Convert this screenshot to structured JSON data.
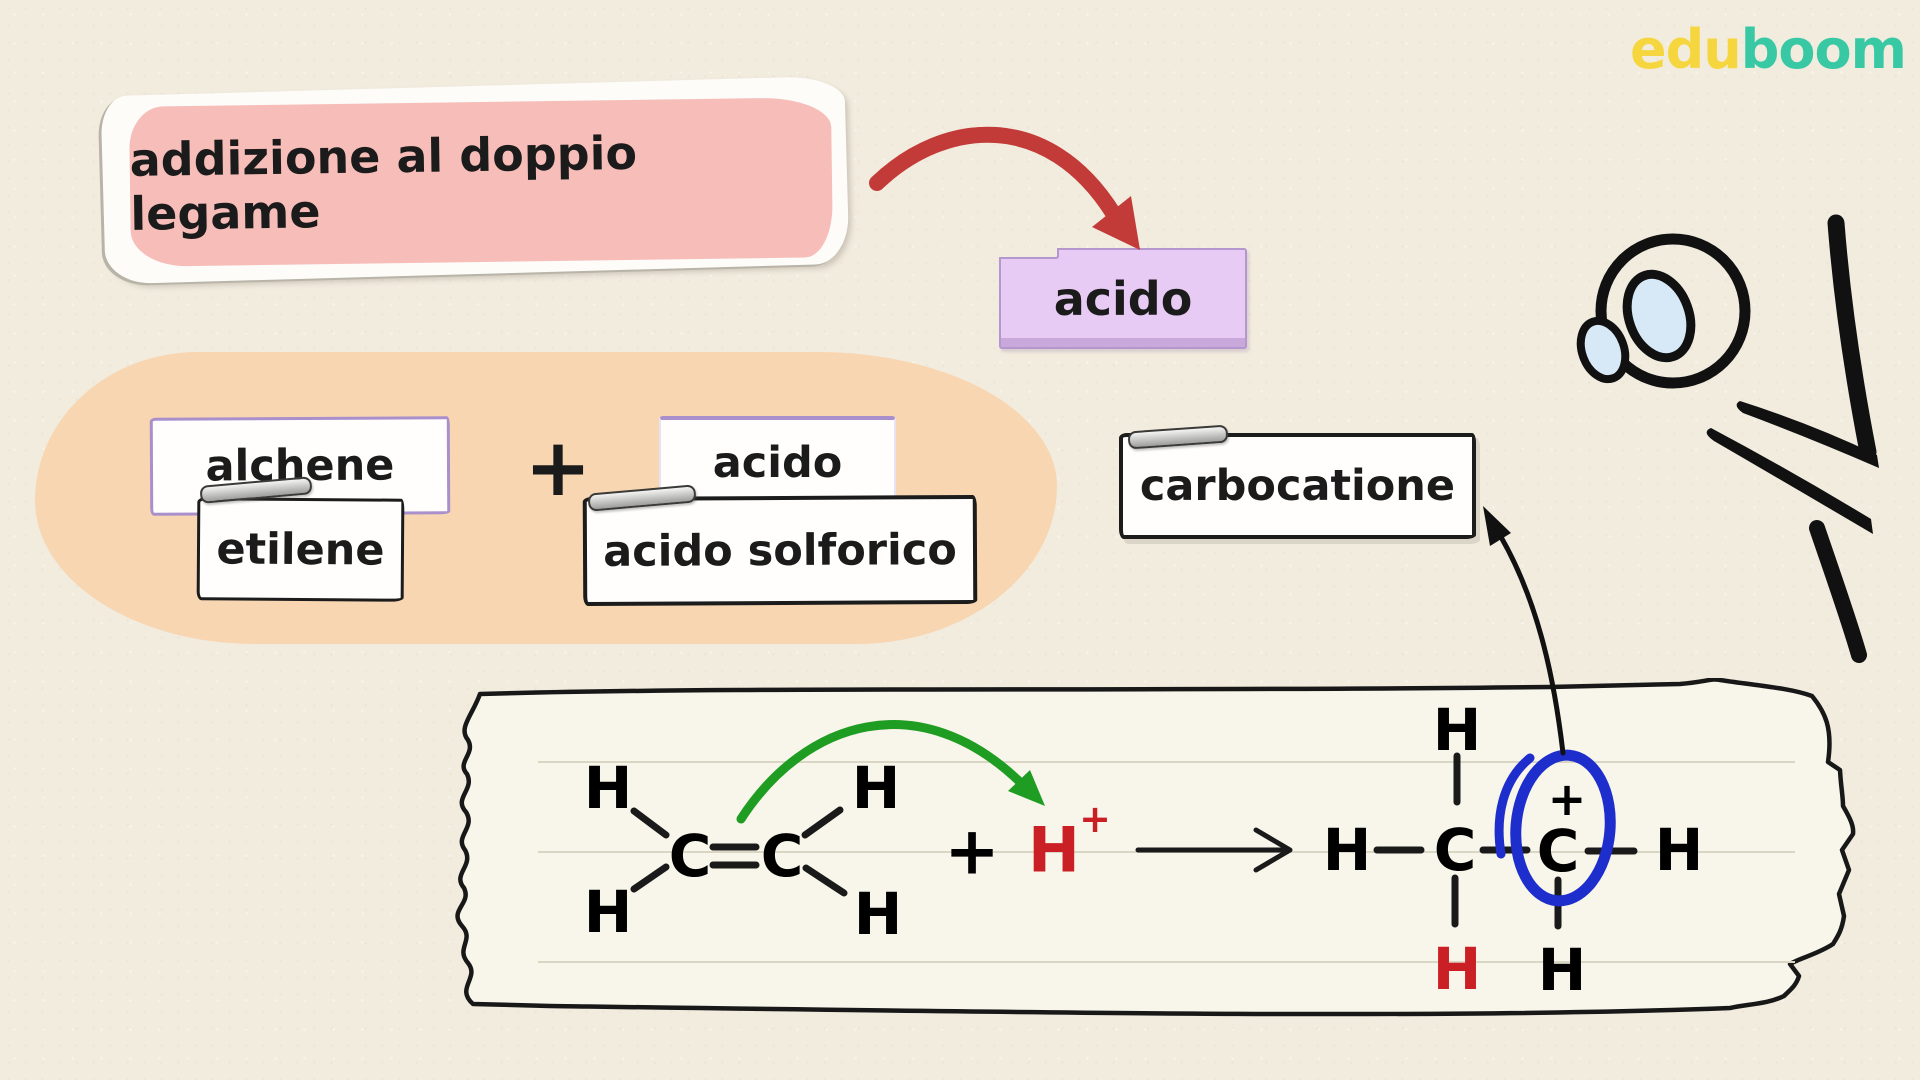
{
  "logo": {
    "edu": "edu",
    "boom": "boom"
  },
  "title": {
    "text": "addizione al doppio legame"
  },
  "acid_tag": {
    "label": "acido"
  },
  "reactants": {
    "alkene_card": "alchene",
    "alkene_example": "etilene",
    "plus": "+",
    "acid_card": "acido",
    "acid_example": "acido solforico"
  },
  "product_label": {
    "text": "carbocatione"
  },
  "reaction": {
    "ethylene": {
      "h_top_left": "H",
      "h_bottom_left": "H",
      "c_left": "C",
      "c_right": "C",
      "h_top_right": "H",
      "h_bottom_right": "H"
    },
    "plus": "+",
    "proton": {
      "symbol": "H",
      "charge": "+"
    },
    "product": {
      "h_top": "H",
      "h_left": "H",
      "c_left": "C",
      "c_right": "C",
      "charge": "+",
      "h_right": "H",
      "h_below_left": "H",
      "h_below_right": "H"
    }
  },
  "colors": {
    "background": "#F2ECDF",
    "title_highlight": "#F6BDB9",
    "acid_tag_bg": "#E7CBF4",
    "acid_tag_border": "#B497CE",
    "reactant_blob": "#F8D6B2",
    "card_border_purple": "#A98FCB",
    "card_border_dark": "#1C1C1C",
    "arrow_red": "#C23B38",
    "arrow_green": "#1F9D23",
    "proton_red": "#CB1F26",
    "circle_blue": "#1D2ECC",
    "logo_yellow": "#F6D63F",
    "logo_teal": "#38C9A4",
    "paper": "#F8F5EA"
  }
}
